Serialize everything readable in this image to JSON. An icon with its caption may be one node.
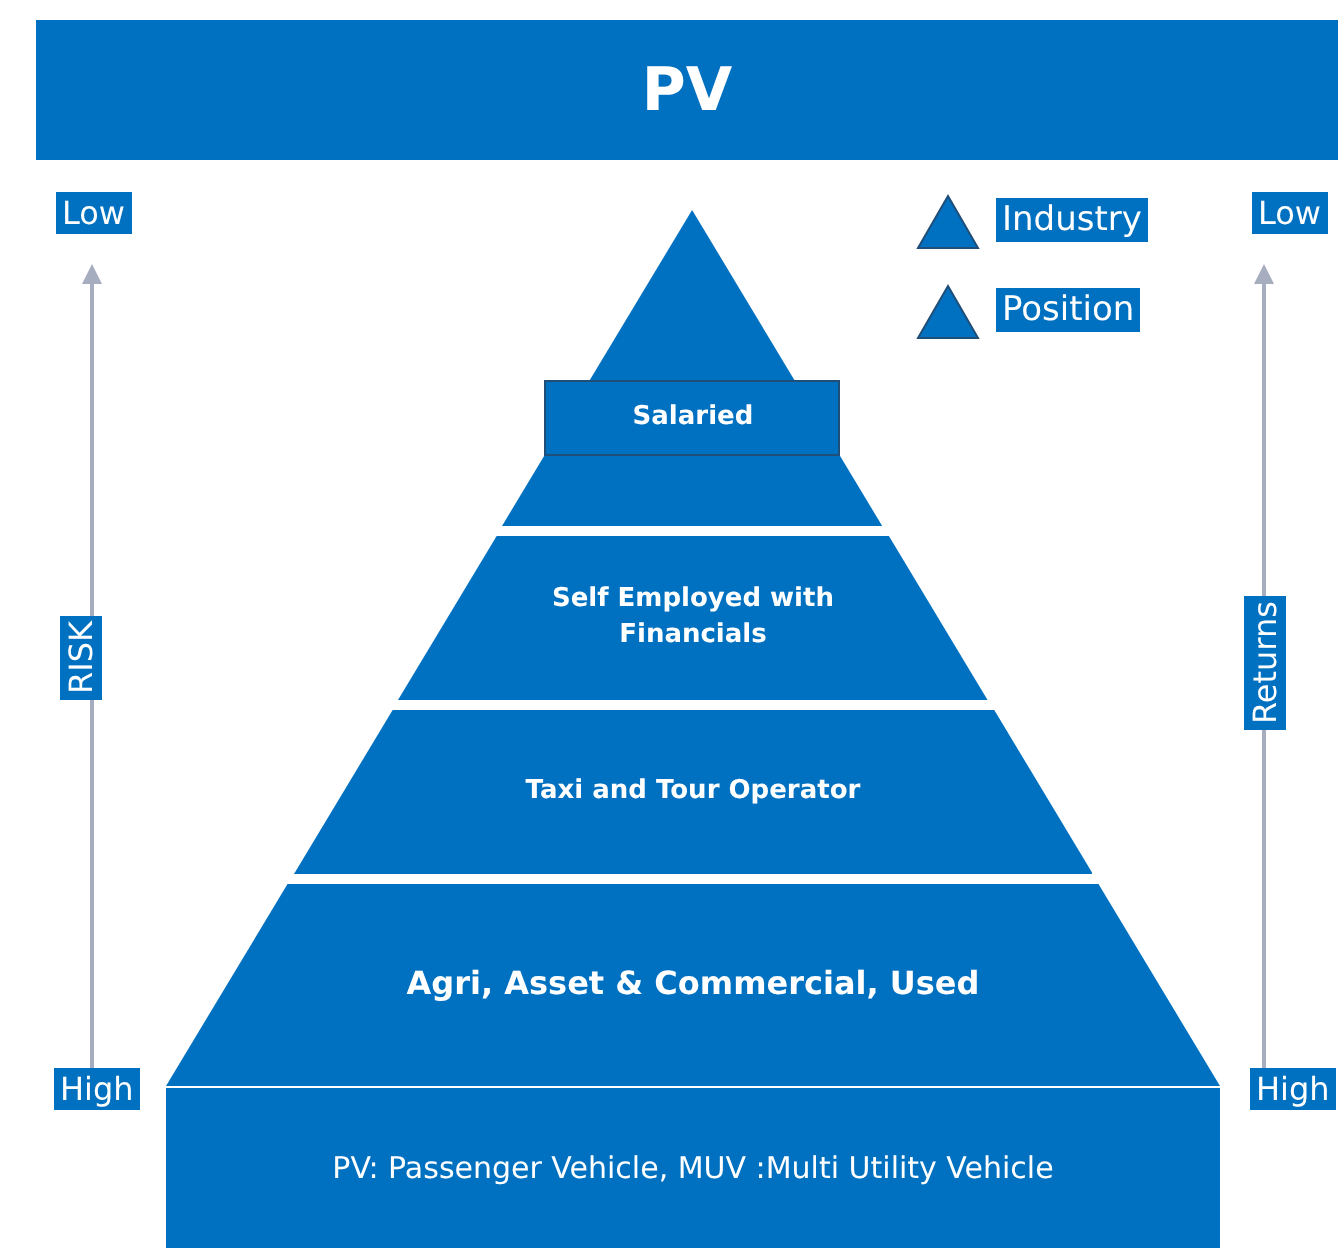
{
  "diagram": {
    "title": "PV",
    "nodes": [
      {
        "text": [
          "Salaried"
        ]
      },
      {
        "text": [
          "Self Employed with Financials"
        ]
      },
      {
        "text": [
          "Taxi and Tour Operator"
        ]
      },
      {
        "text": [
          "Agri, Asset & Commercial, Used"
        ]
      },
      {
        "text": [
          "PV: Passenger Vehicle, MUV :Multi Utility Vehicle"
        ]
      }
    ],
    "labels": [
      "Low",
      "Low",
      "RISK",
      "Returns",
      "High",
      "High"
    ],
    "legend": [
      {
        "text": "Industry"
      },
      {
        "text": "Position"
      }
    ]
  }
}
